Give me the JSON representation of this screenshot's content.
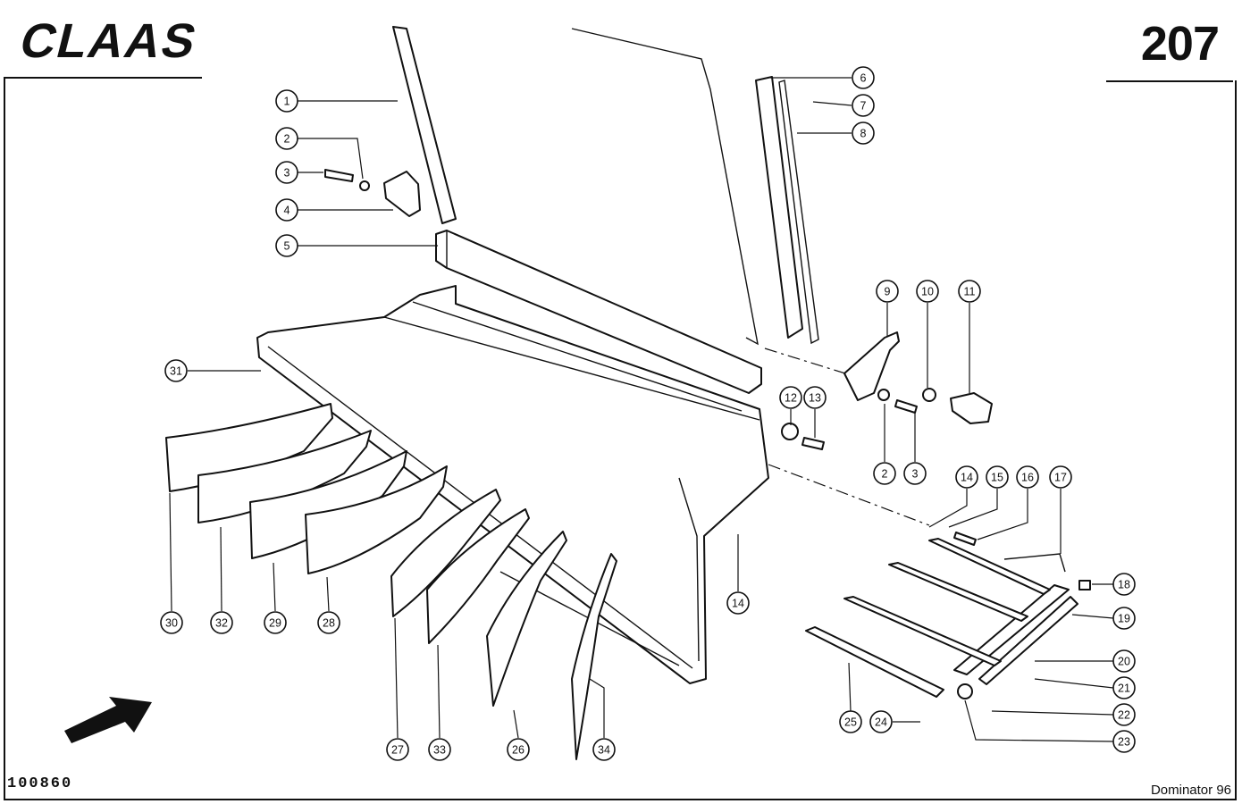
{
  "header": {
    "brand": "CLAAS",
    "page_number": "207"
  },
  "footer": {
    "drawing_number": "100860",
    "model": "Dominator 96"
  },
  "callouts": [
    "1",
    "2",
    "3",
    "4",
    "5",
    "6",
    "7",
    "8",
    "9",
    "10",
    "11",
    "12",
    "13",
    "2",
    "3",
    "14",
    "15",
    "16",
    "17",
    "14",
    "18",
    "19",
    "20",
    "21",
    "22",
    "23",
    "24",
    "25",
    "30",
    "32",
    "29",
    "28",
    "31",
    "27",
    "33",
    "26",
    "34"
  ],
  "icons": {
    "brand_logo": "claas-logo",
    "direction_arrow": "travel-direction-arrow-icon"
  }
}
